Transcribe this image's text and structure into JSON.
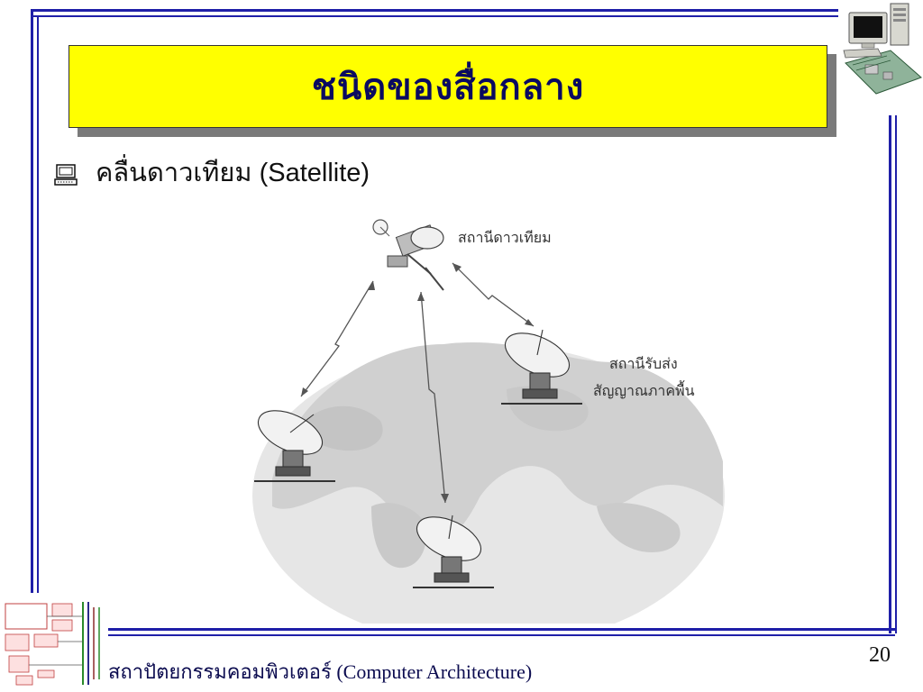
{
  "slide": {
    "title": "ชนิดของสื่อกลาง",
    "bullet": "คลื่นดาวเทียม (Satellite)",
    "footer": "สถาปัตยกรรมคอมพิวเตอร์ (Computer Architecture)",
    "page_number": "20"
  },
  "figure": {
    "labels": {
      "satellite_station": "สถานีดาวเทียม",
      "ground_station_line1": "สถานีรับส่ง",
      "ground_station_line2": "สัญญาณภาคพื้น"
    }
  },
  "icons": {
    "bullet": "computer-bullet-icon",
    "top_right": "desktop-computer-icon",
    "bottom_left": "computer-system-diagram-icon"
  },
  "colors": {
    "frame": "#1f1fa8",
    "title_bg": "#ffff00",
    "title_text": "#0a0a60"
  }
}
